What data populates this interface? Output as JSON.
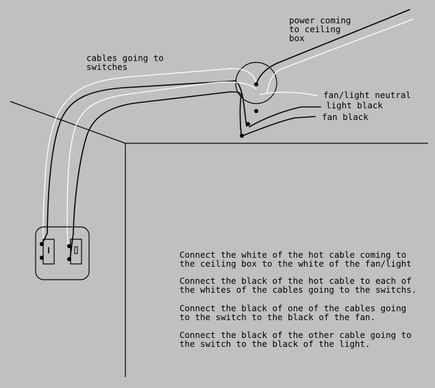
{
  "labels": {
    "power": [
      "power coming",
      "to ceiling",
      "box"
    ],
    "cables": [
      "cables going to",
      "switches"
    ],
    "fan_light_neutral": "fan/light neutral",
    "light_black": "light black",
    "fan_black": "fan black"
  },
  "instructions": [
    [
      "Connect the white of the hot cable coming to",
      "the ceiling box to the white of the fan/light"
    ],
    [
      "Connect the black of the hot cable to each of",
      "the whites of the cables going to the switchs."
    ],
    [
      "Connect the black of one of the cables going",
      "to the switch to the black of the fan."
    ],
    [
      "Connect the black of the other cable going to",
      "the switch to the black of the light."
    ]
  ],
  "colors": {
    "background": "#c0c0c0",
    "line": "#000000",
    "white_wire": "#ffffff"
  }
}
